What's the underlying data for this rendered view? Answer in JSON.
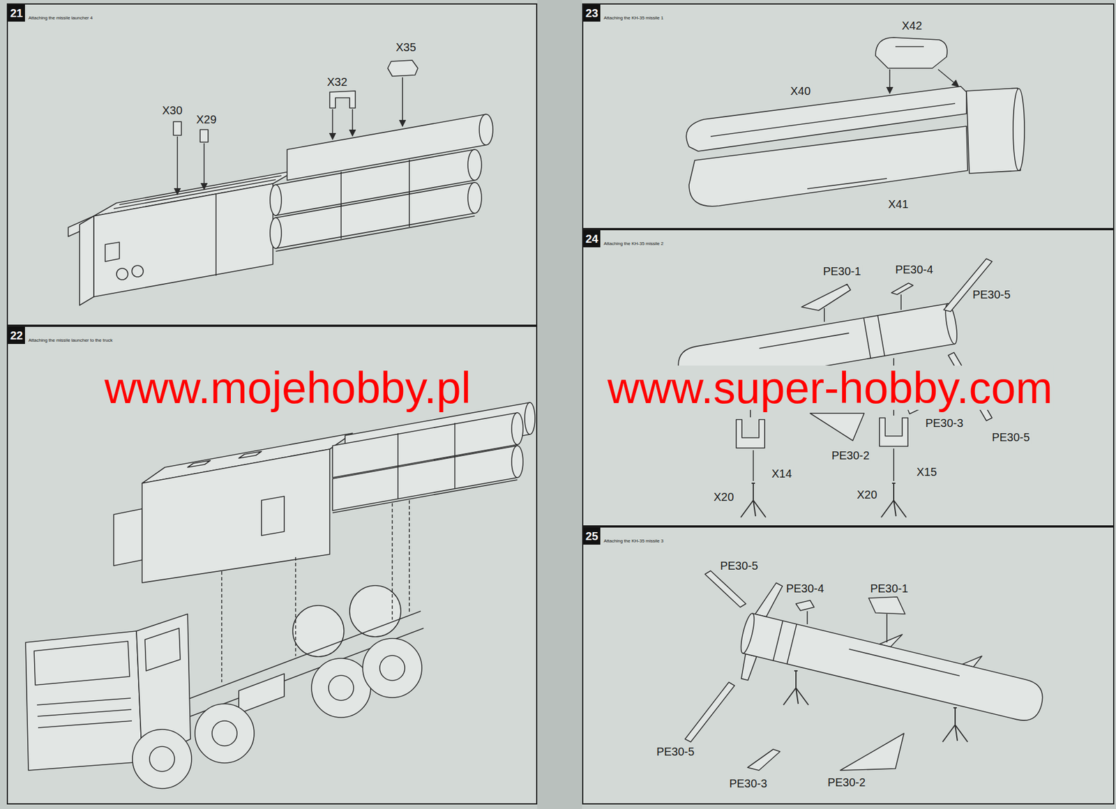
{
  "diagram": {
    "nodes": [
      {
        "text": [
          "21",
          "Attaching the missile launcher 4"
        ]
      },
      {
        "text": [
          "22",
          "Attaching the missile launcher to the truck"
        ]
      },
      {
        "text": [
          "23",
          "Attaching the KH-35 missile 1"
        ]
      },
      {
        "text": [
          "24",
          "Attaching the KH-35 missile 2"
        ]
      },
      {
        "text": [
          "25",
          "Attaching the KH-35 missile 3"
        ]
      }
    ],
    "labels": [
      "X35",
      "X32",
      "X30",
      "X29",
      "X42",
      "X40",
      "X41",
      "PE30-1",
      "PE30-4",
      "PE30-5",
      "PE30-3",
      "PE30-5",
      "PE30-2",
      "X14",
      "X15",
      "X20",
      "X20",
      "PE30-5",
      "PE30-4",
      "PE30-1",
      "PE30-5",
      "PE30-3",
      "PE30-2",
      "www.mojehobby.pl",
      "www.super-hobby.com"
    ]
  }
}
